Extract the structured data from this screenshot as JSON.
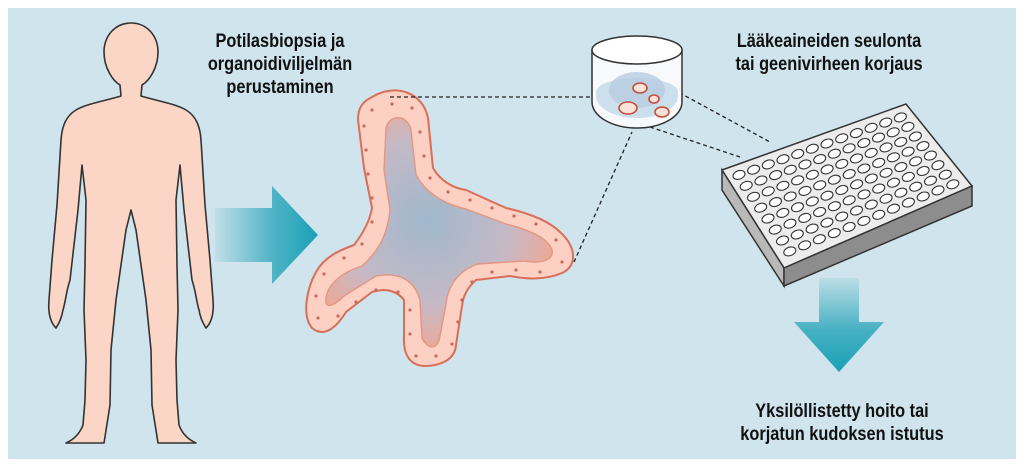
{
  "labels": {
    "biopsy_line1": "Potilasbiopsia ja",
    "biopsy_line2": "organoidiviljelmän",
    "biopsy_line3": "perustaminen",
    "screening_line1": "Lääkeaineiden seulonta",
    "screening_line2": "tai geenivirheen korjaus",
    "therapy_line1": "Yksilöllistetty hoito tai",
    "therapy_line2": "korjatun kudoksen istutus"
  },
  "colors": {
    "background": "#cfe4ec",
    "body": "#fbd6c6",
    "arrow": "#1aa0b6",
    "cell": "#fcd0c2",
    "plate": "#e8e8e8"
  },
  "icons": [
    "human-body-icon",
    "organoid-icon",
    "petri-dish-icon",
    "well-plate-icon",
    "arrow-right-icon",
    "arrow-down-icon"
  ]
}
